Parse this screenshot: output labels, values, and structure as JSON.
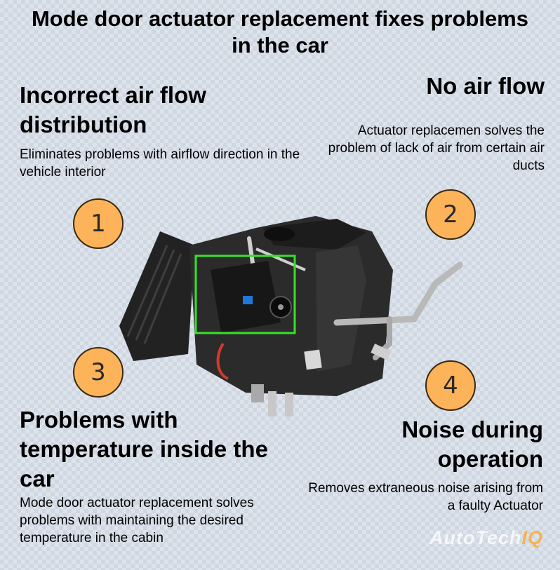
{
  "title": "Mode door actuator replacement fixes problems in the car",
  "sections": [
    {
      "number": "1",
      "heading": "Incorrect air flow distribution",
      "description": "Eliminates problems with airflow direction in the vehicle interior"
    },
    {
      "number": "2",
      "heading": "No air flow",
      "description": "Actuator replacemen solves the problem of lack of air from certain air ducts"
    },
    {
      "number": "3",
      "heading": "Problems with temperature inside the car",
      "description": "Mode door actuator replacement solves problems with maintaining the desired temperature in the cabin"
    },
    {
      "number": "4",
      "heading": "Noise during operation",
      "description": "Removes extraneous noise arising from a faulty Actuator"
    }
  ],
  "logo": {
    "part1": "AutoTech",
    "part2": "IQ"
  },
  "colors": {
    "badge": "#fdb35a",
    "highlight_box": "#39e02a",
    "housing": "#2b2b2b"
  }
}
